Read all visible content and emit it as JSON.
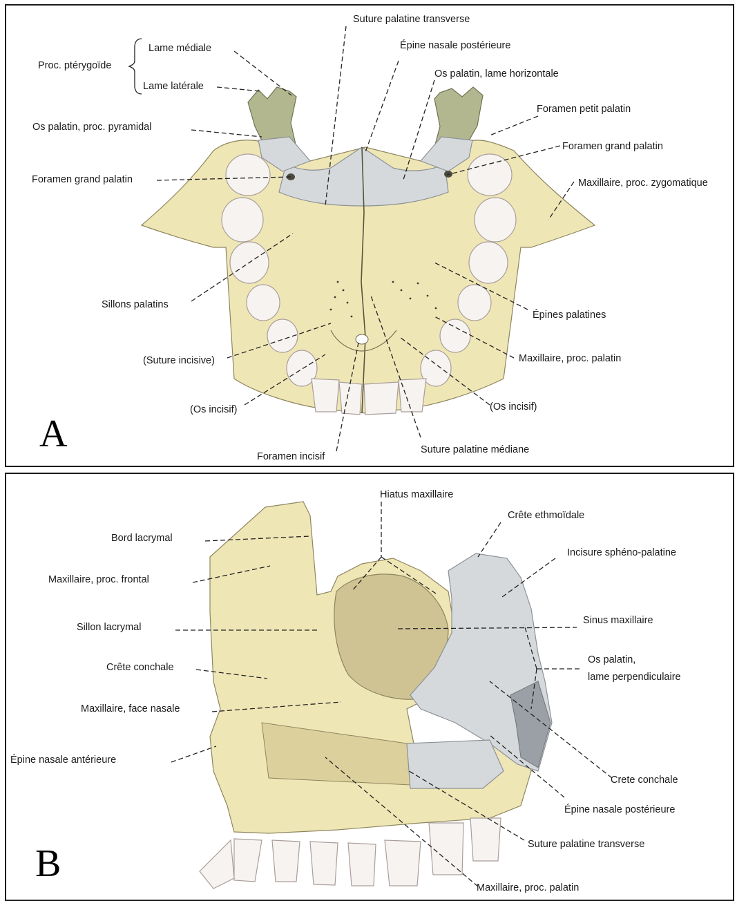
{
  "panel_a": {
    "letter": "A",
    "labels": {
      "suture_palatine_transverse": "Suture palatine transverse",
      "epine_nasale_posterieure": "Épine nasale postérieure",
      "os_palatin_lame_horizontale": "Os palatin, lame horizontale",
      "foramen_petit_palatin": "Foramen petit palatin",
      "foramen_grand_palatin_right": "Foramen grand palatin",
      "maxillaire_proc_zygomatique": "Maxillaire, proc. zygomatique",
      "proc_pterygoide": "Proc. ptérygoïde",
      "lame_mediale": "Lame médiale",
      "lame_laterale": "Lame latérale",
      "os_palatin_proc_pyramidal": "Os palatin, proc. pyramidal",
      "foramen_grand_palatin_left": "Foramen grand palatin",
      "sillons_palatins": "Sillons palatins",
      "epines_palatines": "Épines palatines",
      "suture_incisive": "(Suture incisive)",
      "maxillaire_proc_palatin": "Maxillaire, proc. palatin",
      "os_incisif_left": "(Os incisif)",
      "os_incisif_right": "(Os incisif)",
      "foramen_incisif": "Foramen incisif",
      "suture_palatine_mediane": "Suture palatine médiane"
    }
  },
  "panel_b": {
    "letter": "B",
    "labels": {
      "hiatus_maxillaire": "Hiatus maxillaire",
      "crete_ethmoidale": "Crête ethmoïdale",
      "incisure_spheno_palatine": "Incisure sphéno-palatine",
      "bord_lacrymal": "Bord lacrymal",
      "maxillaire_proc_frontal": "Maxillaire, proc. frontal",
      "sillon_lacrymal": "Sillon lacrymal",
      "sinus_maxillaire": "Sinus maxillaire",
      "crete_conchale_left": "Crête conchale",
      "os_palatin_line1": "Os palatin,",
      "os_palatin_line2": "lame perpendiculaire",
      "maxillaire_face_nasale": "Maxillaire, face nasale",
      "epine_nasale_anterieure": "Épine nasale antérieure",
      "crete_conchale_right": "Crete conchale",
      "epine_nasale_posterieure": "Épine nasale postérieure",
      "suture_palatine_transverse": "Suture palatine transverse",
      "maxillaire_proc_palatin": "Maxillaire, proc. palatin"
    }
  },
  "colors": {
    "bone": "#efe6b6",
    "palatine_bone": "#d5d9dc",
    "pterygoid": "#b3b78f",
    "teeth": "#f6f3f0",
    "leader_lines": "#222222"
  }
}
